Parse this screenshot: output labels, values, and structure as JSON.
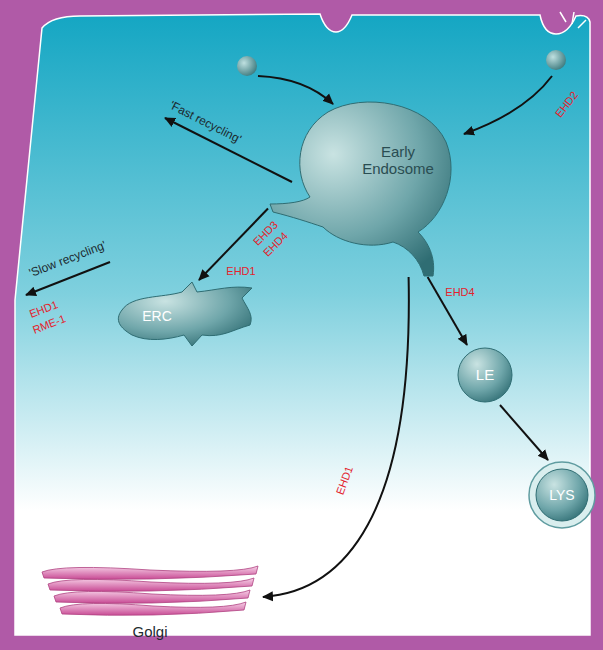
{
  "diagram": {
    "nodes": [
      {
        "text": [
          "Early Endosome"
        ]
      },
      {
        "text": [
          "ERC"
        ]
      },
      {
        "text": [
          "LE"
        ]
      },
      {
        "text": [
          "LYS"
        ]
      },
      {
        "text": [
          "Golgi"
        ]
      }
    ],
    "edges": [
      {
        "from": 0,
        "to": 1,
        "arrow": "to"
      },
      {
        "from": 0,
        "to": 2,
        "label": "EHD4",
        "arrow": "to"
      },
      {
        "from": 2,
        "to": 3,
        "arrow": "to"
      },
      {
        "from": 0,
        "to": 4,
        "label": "EHD1",
        "arrow": "to"
      }
    ],
    "labels": [
      "'Fast recycling'",
      "EHD2",
      "EHD3",
      "EHD4",
      "EHD1",
      "'Slow recycling'",
      "EHD1",
      "RME-1"
    ]
  }
}
